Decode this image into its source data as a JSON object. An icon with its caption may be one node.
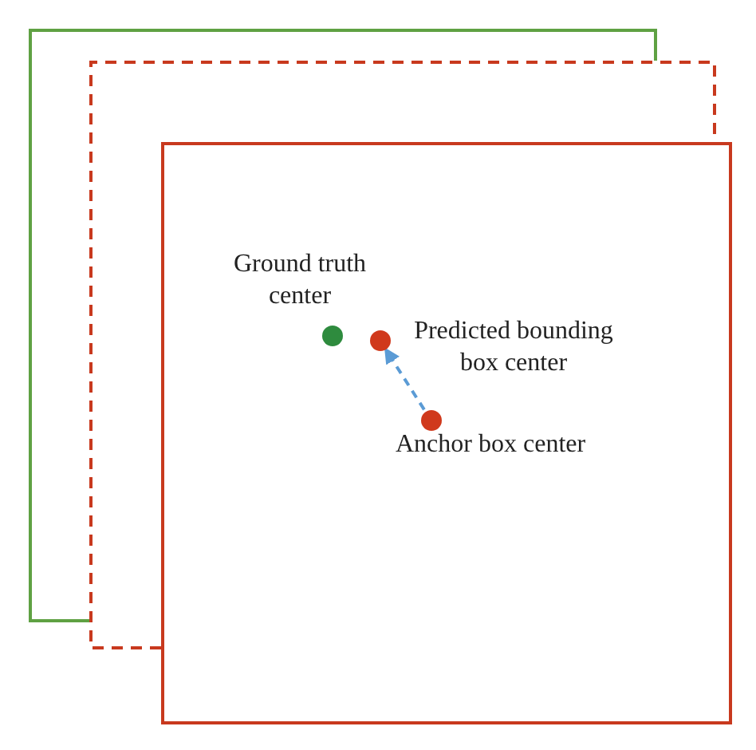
{
  "diagram": {
    "nodes": [
      {
        "text": [],
        "shape": "circle",
        "beside": [
          "Ground truth center"
        ]
      },
      {
        "text": [],
        "shape": "circle",
        "beside": [
          "Predicted bounding box center"
        ]
      },
      {
        "text": [],
        "shape": "circle",
        "beside": [
          "Anchor box center"
        ]
      }
    ],
    "edges": [
      {
        "from": 2,
        "to": 1,
        "arrow": "to",
        "style": "dashed",
        "color": "#5b9bd5"
      }
    ]
  }
}
